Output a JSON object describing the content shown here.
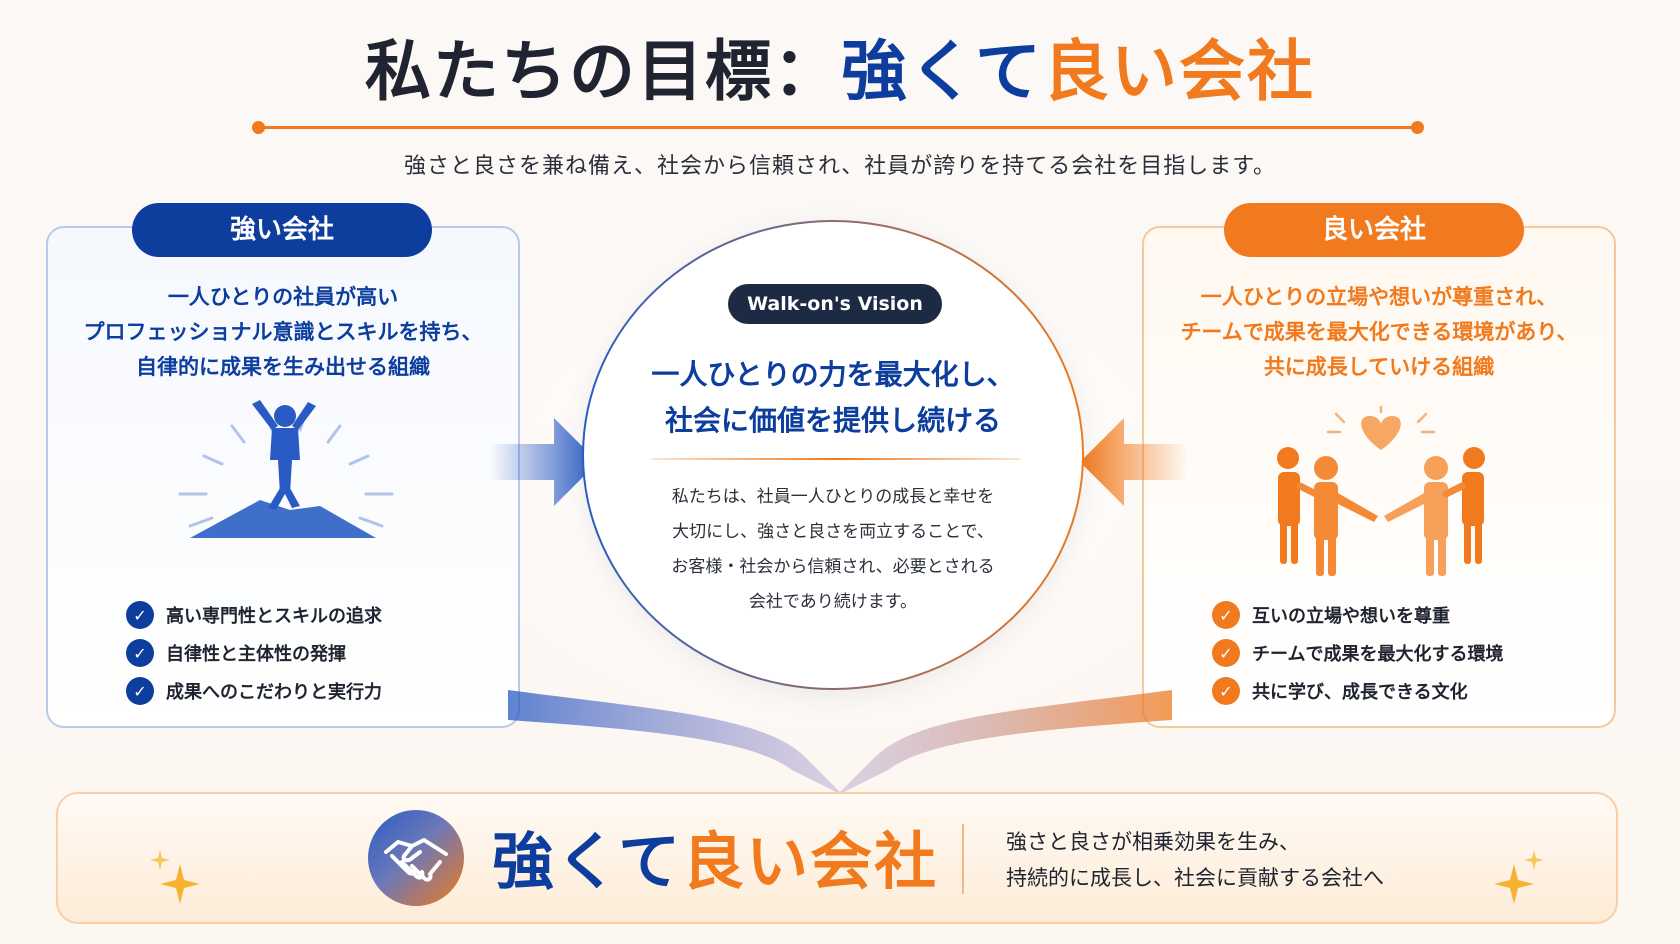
{
  "title": {
    "prefix": "私たちの目標：",
    "strong": "強くて",
    "good": "良い会社"
  },
  "subtitle": "強さと良さを兼ね備え、社会から信頼され、社員が誇りを持てる会社を目指します。",
  "left_card": {
    "tag": "強い会社",
    "description": [
      "一人ひとりの社員が高い",
      "プロフェッショナル意識とスキルを持ち、",
      "自律的に成果を生み出せる組織"
    ],
    "illustration_icon": "person-on-summit-icon",
    "checks": [
      "高い専門性とスキルの追求",
      "自律性と主体性の発揮",
      "成果へのこだわりと実行力"
    ]
  },
  "right_card": {
    "tag": "良い会社",
    "description": [
      "一人ひとりの立場や想いが尊重され、",
      "チームで成果を最大化できる環境があり、",
      "共に成長していける組織"
    ],
    "illustration_icon": "team-holding-hands-heart-icon",
    "checks": [
      "互いの立場や想いを尊重",
      "チームで成果を最大化する環境",
      "共に学び、成長できる文化"
    ]
  },
  "vision": {
    "pill": "Walk-on's Vision",
    "headline": [
      "一人ひとりの力を最大化し、",
      "社会に価値を提供し続ける"
    ],
    "body": [
      "私たちは、社員一人ひとりの成長と幸せを",
      "大切にし、強さと良さを両立することで、",
      "お客様・社会から信頼され、必要とされる",
      "会社であり続けます。"
    ]
  },
  "bottom": {
    "icon": "handshake-icon",
    "title_strong": "強くて",
    "title_good": "良い会社",
    "text": [
      "強さと良さが相乗効果を生み、",
      "持続的に成長し、社会に貢献する会社へ"
    ]
  },
  "colors": {
    "blue": "#0d3e9e",
    "orange": "#f07a1d",
    "dark": "#1f2430"
  }
}
